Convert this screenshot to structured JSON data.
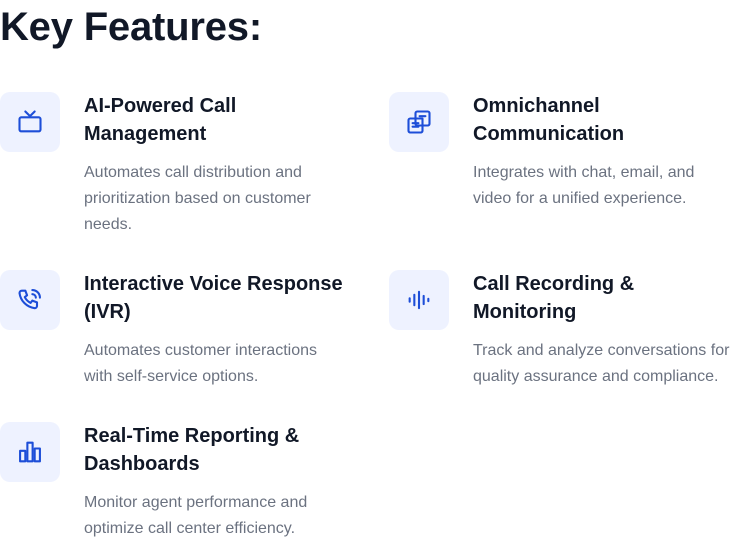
{
  "page": {
    "title": "Key Features:"
  },
  "colors": {
    "icon_stroke": "#1d4ed8",
    "icon_bg": "#eef2ff",
    "title_text": "#111827",
    "desc_text": "#6b7280"
  },
  "features": [
    {
      "icon": "tv-icon",
      "title": "AI-Powered Call Management",
      "description": "Automates call distribution and prioritization based on customer needs."
    },
    {
      "icon": "copy-document-icon",
      "title": "Omnichannel Communication",
      "description": "Integrates with chat, email, and video for a unified experience."
    },
    {
      "icon": "phone-call-icon",
      "title": "Interactive Voice Response (IVR)",
      "description": "Automates customer interactions with self-service options."
    },
    {
      "icon": "audio-waveform-icon",
      "title": "Call Recording & Monitoring",
      "description": "Track and analyze conversations for quality assurance and compliance."
    },
    {
      "icon": "bar-chart-icon",
      "title": "Real-Time Reporting & Dashboards",
      "description": "Monitor agent performance and optimize call center efficiency."
    }
  ]
}
